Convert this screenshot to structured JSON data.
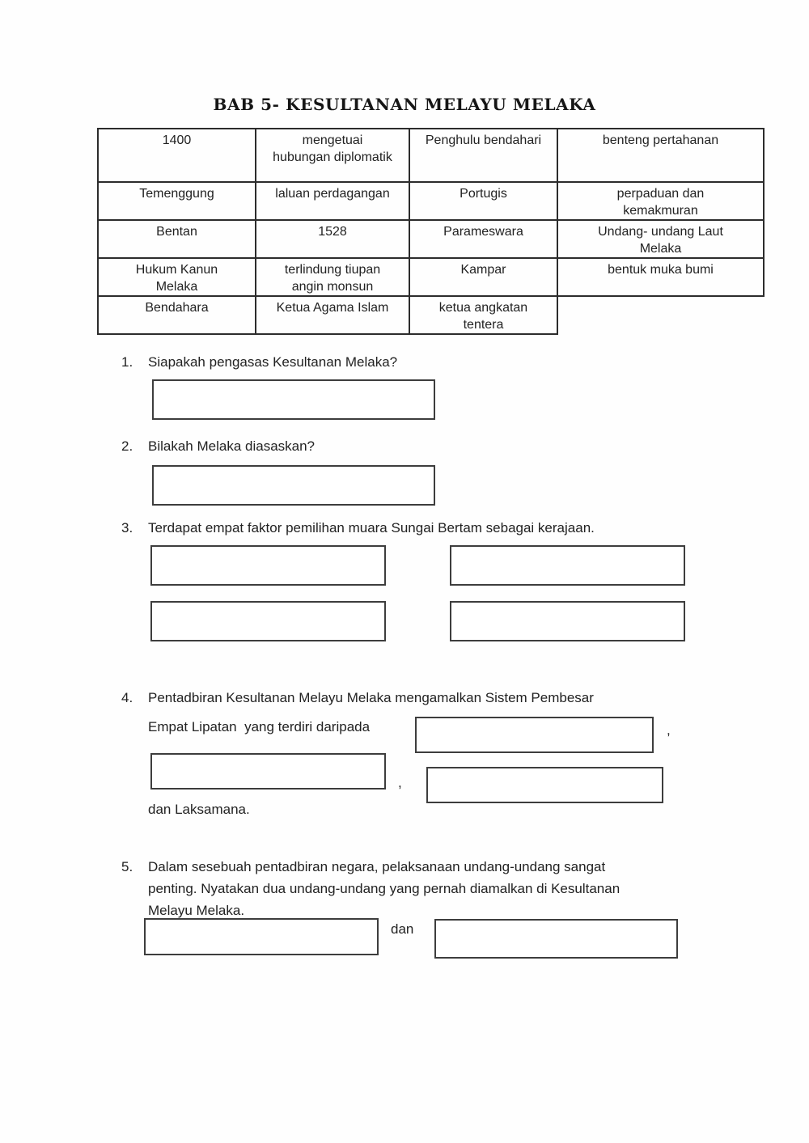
{
  "title": "BAB 5- KESULTANAN MELAYU MELAKA",
  "word_bank": {
    "rows": [
      [
        "1400",
        "mengetuai\nhubungan diplomatik",
        "Penghulu bendahari",
        "benteng pertahanan"
      ],
      [
        "Temenggung",
        "laluan perdagangan",
        "Portugis",
        "perpaduan dan\nkemakmuran"
      ],
      [
        "Bentan",
        "1528",
        "Parameswara",
        "Undang- undang Laut\nMelaka"
      ],
      [
        "Hukum Kanun\nMelaka",
        "terlindung tiupan\nangin monsun",
        "Kampar",
        "bentuk muka bumi"
      ],
      [
        "Bendahara",
        "Ketua Agama Islam",
        "ketua angkatan\ntentera"
      ]
    ]
  },
  "questions": {
    "q1": {
      "number": "1.",
      "text": "Siapakah pengasas Kesultanan Melaka?",
      "answer_value": ""
    },
    "q2": {
      "number": "2.",
      "text": "Bilakah Melaka diasaskan?",
      "answer_value": ""
    },
    "q3": {
      "number": "3.",
      "text": "Terdapat empat faktor pemilihan muara Sungai Bertam sebagai kerajaan.",
      "answer_values": [
        "",
        "",
        "",
        ""
      ]
    },
    "q4": {
      "number": "4.",
      "line1": "Pentadbiran Kesultanan Melayu Melaka mengamalkan Sistem Pembesar",
      "line2": "Empat Lipatan  yang terdiri daripada",
      "comma1": ",",
      "comma2": ",",
      "line_end": "dan Laksamana.",
      "answer_values": [
        "",
        "",
        ""
      ]
    },
    "q5": {
      "number": "5.",
      "line1": "Dalam sesebuah pentadbiran negara, pelaksanaan undang-undang sangat",
      "line2": "penting. Nyatakan dua undang-undang yang pernah diamalkan di Kesultanan",
      "line3": "Melayu Melaka.",
      "connector": "dan",
      "answer_values": [
        "",
        ""
      ]
    }
  },
  "colors": {
    "text": "#222222",
    "table_border": "#2c2c2c",
    "box_border": "#3d3d3d",
    "background": "#fefefe"
  }
}
